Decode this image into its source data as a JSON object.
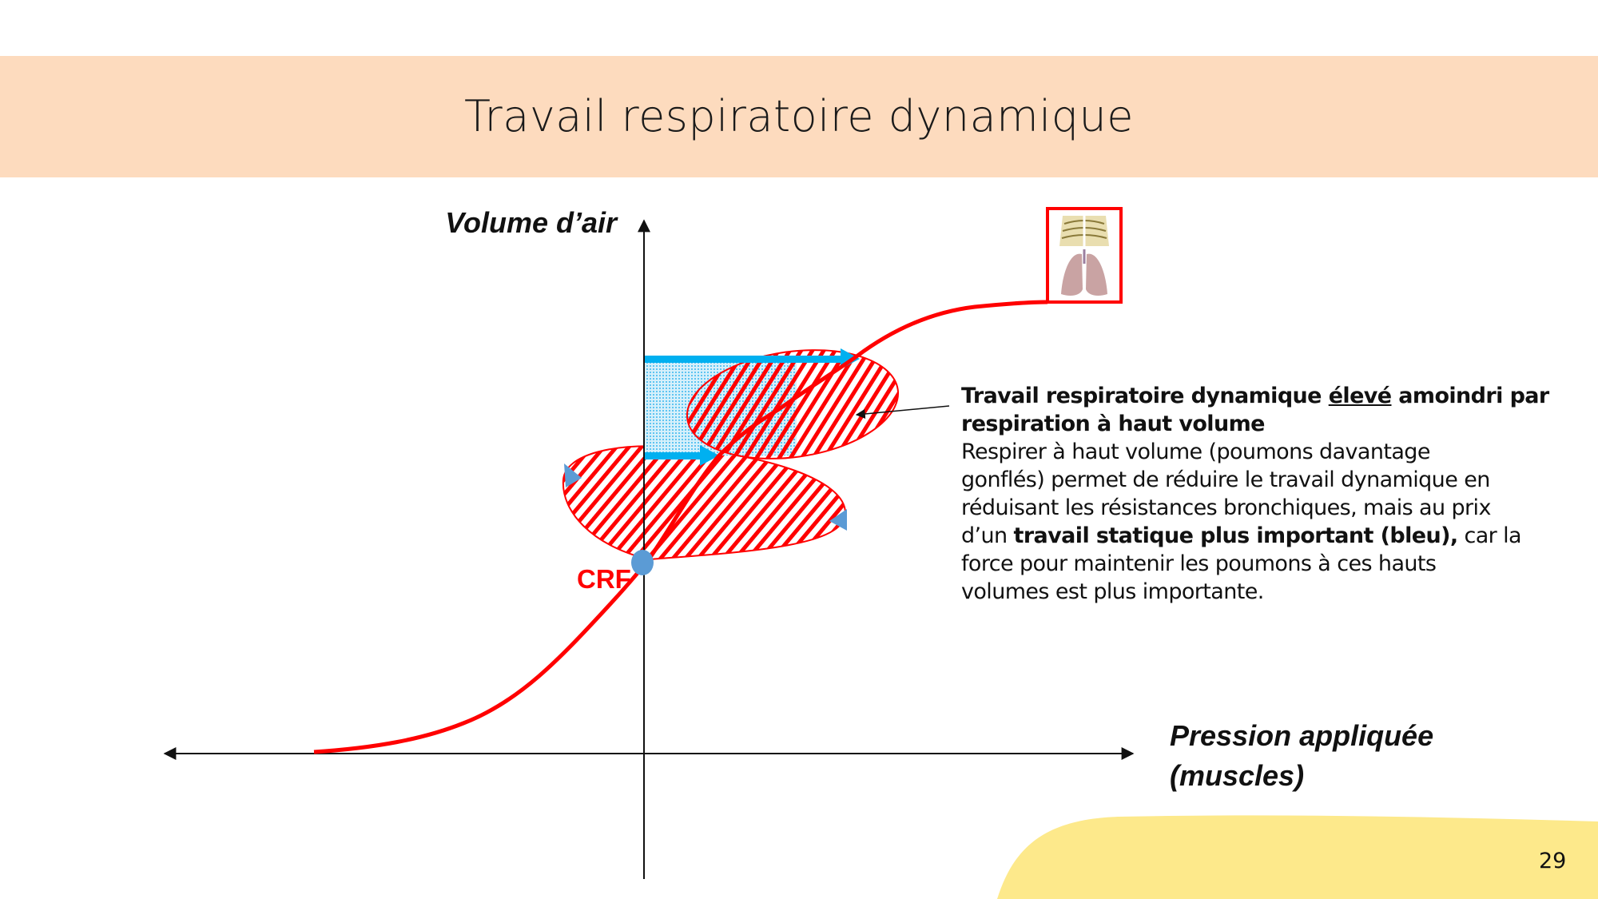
{
  "slide": {
    "title": "Travail respiratoire dynamique",
    "page_number": "29"
  },
  "diagram": {
    "y_axis_label": "Volume d’air",
    "x_axis_label_line1": "Pression appliquée",
    "x_axis_label_line2": "(muscles)",
    "crf_label": "CRF",
    "image": "thorax-and-lungs-illustration",
    "colors": {
      "curve": "#FF0000",
      "hatch": "#FF0000",
      "static_work": "#00B0F0",
      "markers": "#5B9BD5",
      "header_band": "#FDDBBE",
      "corner_shape": "#FDE98B"
    }
  },
  "description": {
    "lines": [
      [
        {
          "t": "Travail respiratoire dynamique ",
          "b": true
        },
        {
          "t": "élevé",
          "b": true,
          "u": true
        },
        {
          "t": " amoindri par",
          "b": true
        }
      ],
      [
        {
          "t": "respiration à haut volume",
          "b": true
        }
      ],
      [
        {
          "t": "Respirer à haut volume (poumons davantage"
        }
      ],
      [
        {
          "t": "gonflés) permet de réduire le travail dynamique en"
        }
      ],
      [
        {
          "t": "réduisant les résistances bronchiques, mais au prix"
        }
      ],
      [
        {
          "t": "d’un "
        },
        {
          "t": "travail statique plus important (bleu),",
          "b": true
        },
        {
          "t": " car la"
        }
      ],
      [
        {
          "t": "force pour maintenir les poumons à ces hauts"
        }
      ],
      [
        {
          "t": "volumes est plus importante."
        }
      ]
    ]
  }
}
